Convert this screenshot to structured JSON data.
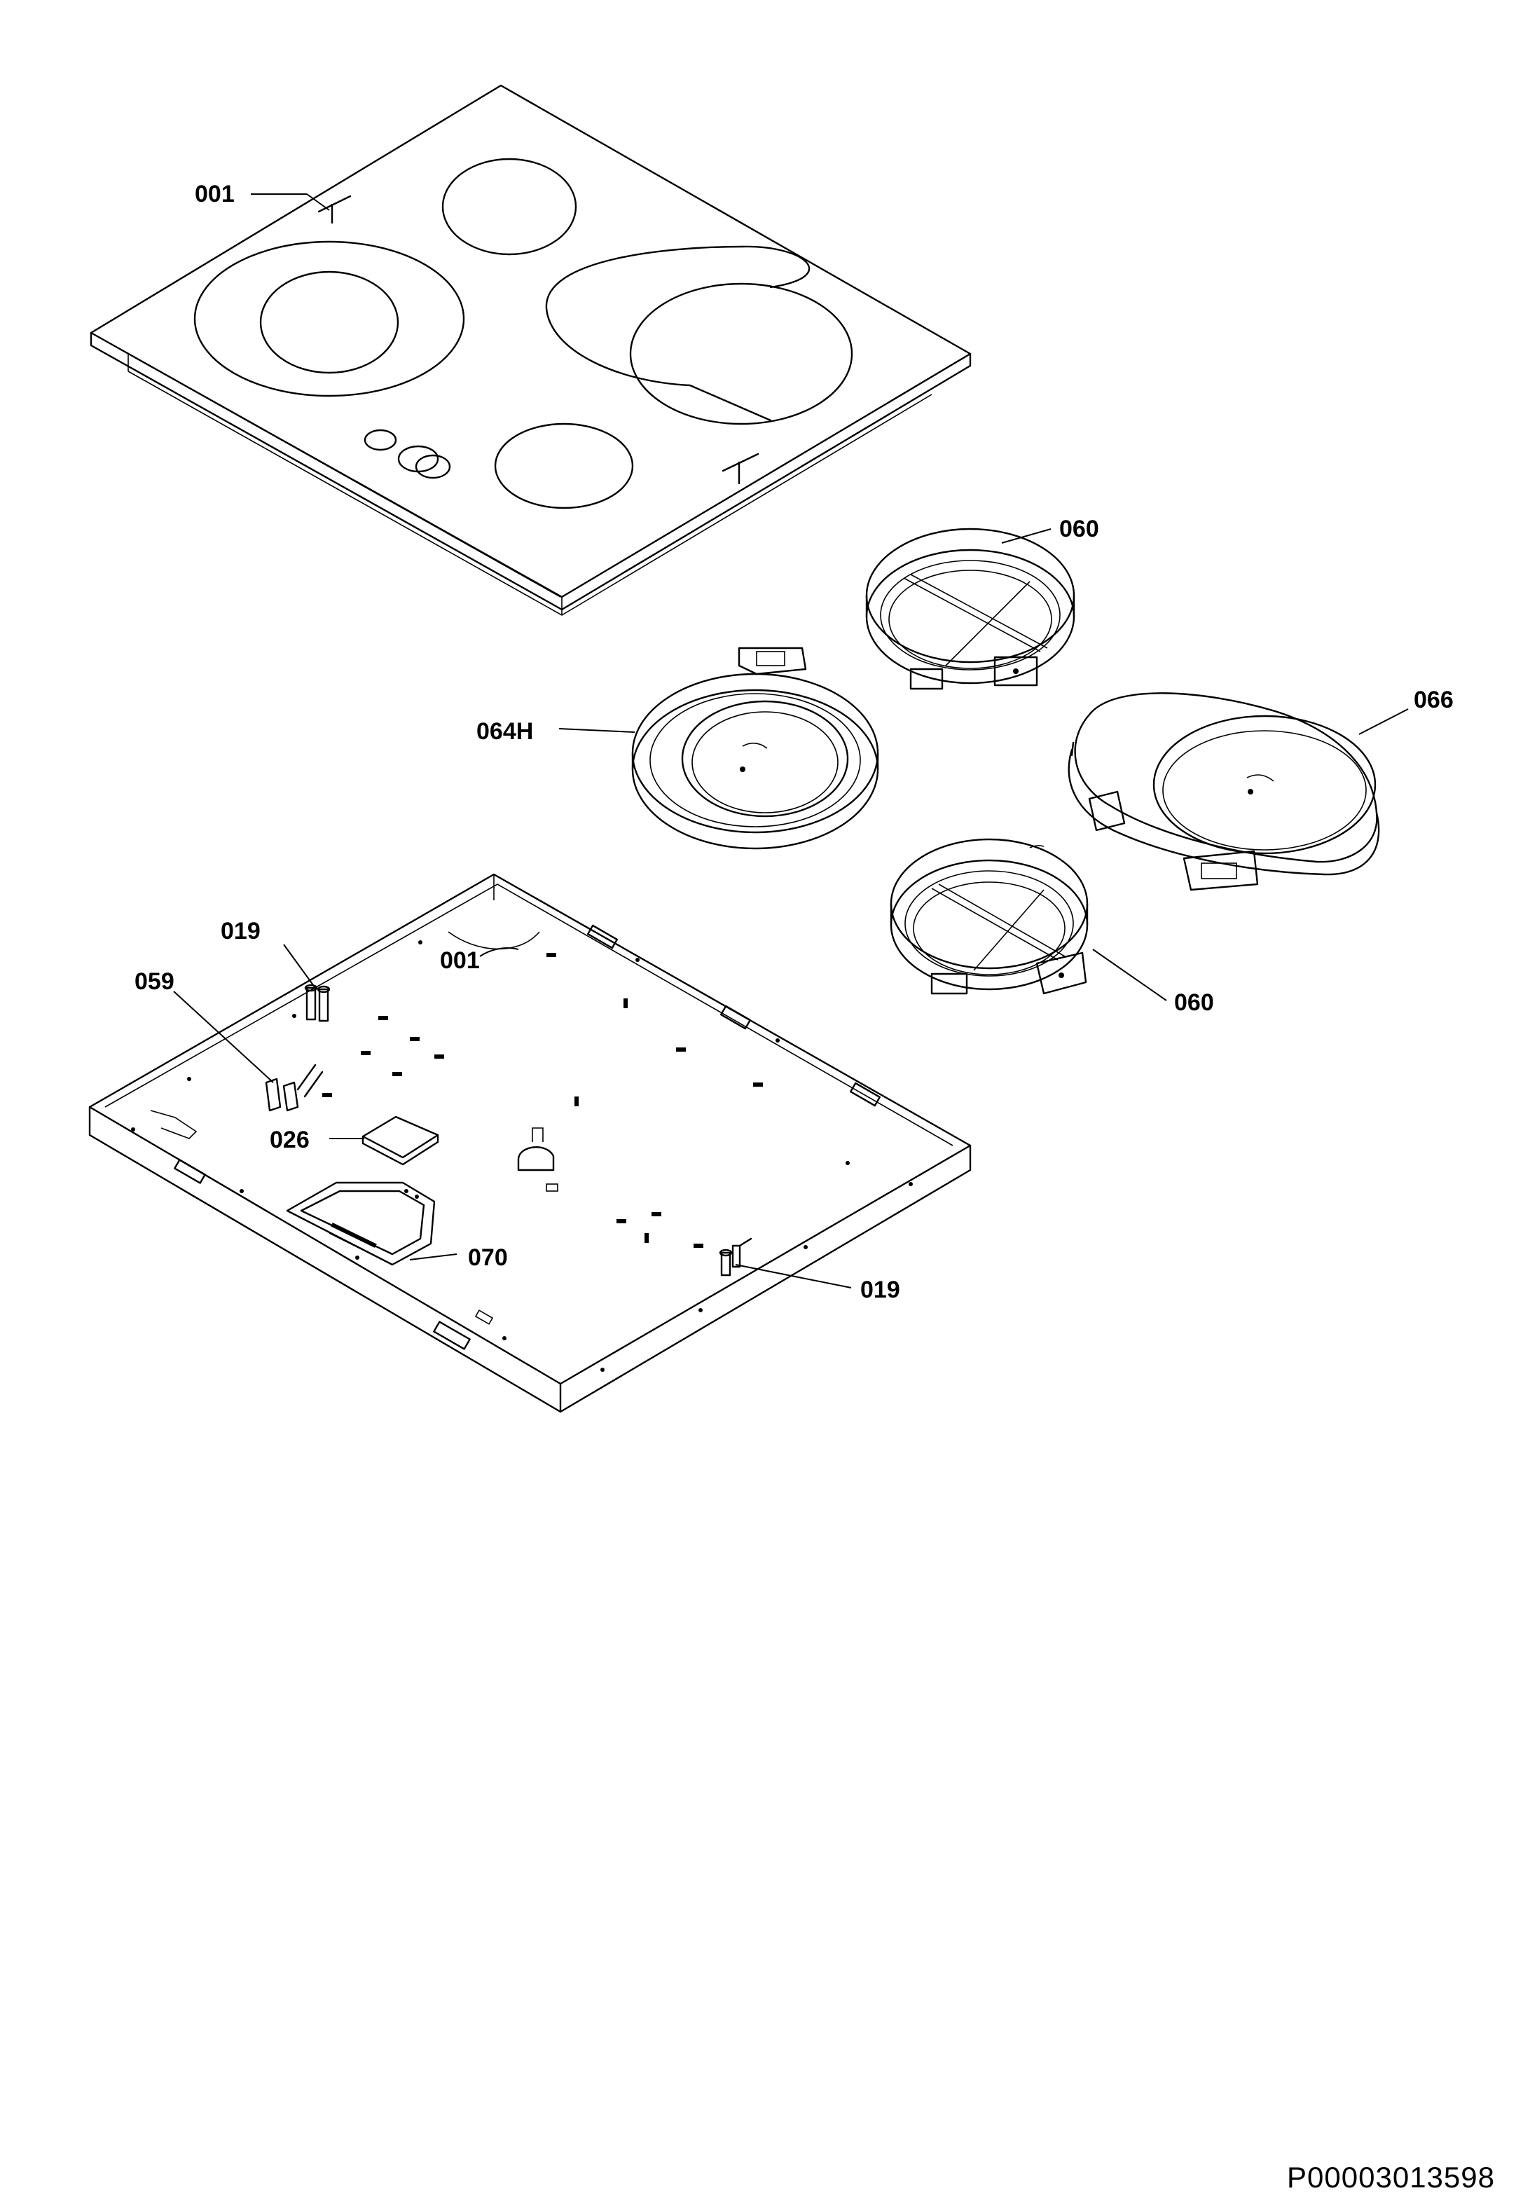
{
  "labels": {
    "glass_top": "001",
    "frame_top": "001",
    "element_upper": "060",
    "element_lower": "060",
    "element_large": "064H",
    "element_oval": "066",
    "clamp_left": "019",
    "clamp_right": "019",
    "sensor": "059",
    "insulation": "026",
    "cable_duct": "070"
  },
  "document_id": "P00003013598"
}
